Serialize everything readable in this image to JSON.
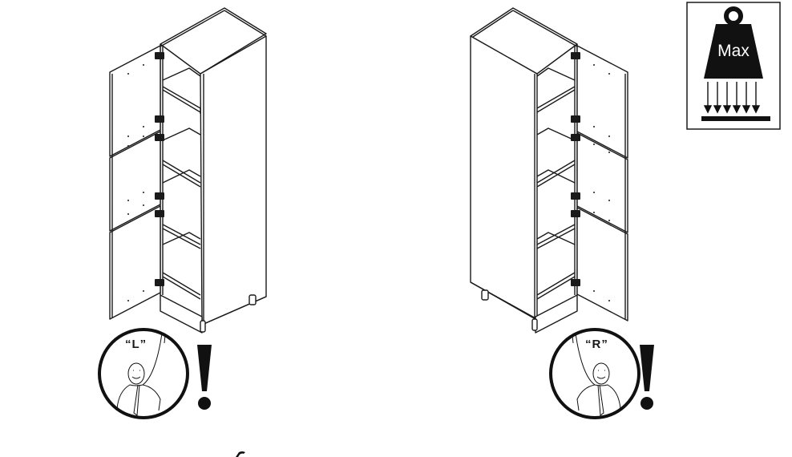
{
  "figure": {
    "type": "furniture assembly instruction illustration",
    "background": "#ffffff",
    "line_color": "#1a1a1a"
  },
  "cabinets": [
    {
      "id": "left",
      "hinge_side": "left",
      "doors": 3,
      "shelves_visible": 5,
      "hinges": 6,
      "legs_visible": 2,
      "orientation_label": "“L”"
    },
    {
      "id": "right",
      "hinge_side": "right",
      "doors": 3,
      "shelves_visible": 5,
      "hinges": 6,
      "legs_visible": 2,
      "orientation_label": "“R”"
    }
  ],
  "pictograms": {
    "max_load": {
      "text": "Max",
      "icon": "weight-icon",
      "arrows": 6
    },
    "attention": {
      "icon": "exclamation-icon",
      "glyph": "!"
    },
    "person": {
      "icon": "person-pointing-icon"
    }
  }
}
